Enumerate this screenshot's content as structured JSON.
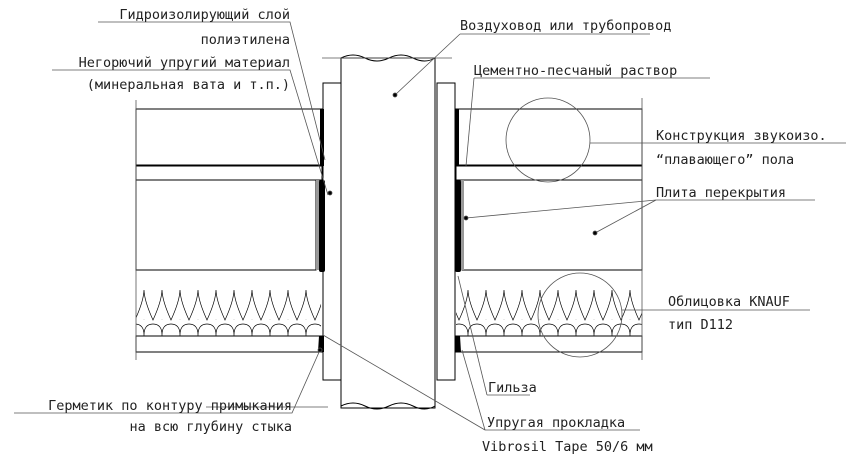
{
  "labels": {
    "waterproof_1": "Гидроизолирующий слой",
    "waterproof_2": "полиэтилена",
    "noncombustible_1": "Негорючий упругий материал",
    "noncombustible_2": "(минеральная вата и т.п.)",
    "duct": "Воздуховод или трубопровод",
    "mortar": "Цементно-песчаный раствор",
    "floating_1": "Конструкция звукоизо.",
    "floating_2": "“плавающего” пола",
    "slab": "Плита перекрытия",
    "knauf_1": "Облицовка KNAUF",
    "knauf_2": "тип D112",
    "sleeve": "Гильза",
    "sealant_1": "Герметик по контуру примыкания",
    "sealant_2": "на всю глубину стыка",
    "gasket_1": "Упругая прокладка",
    "gasket_2": "Vibrosil Tape 50/6 мм"
  }
}
